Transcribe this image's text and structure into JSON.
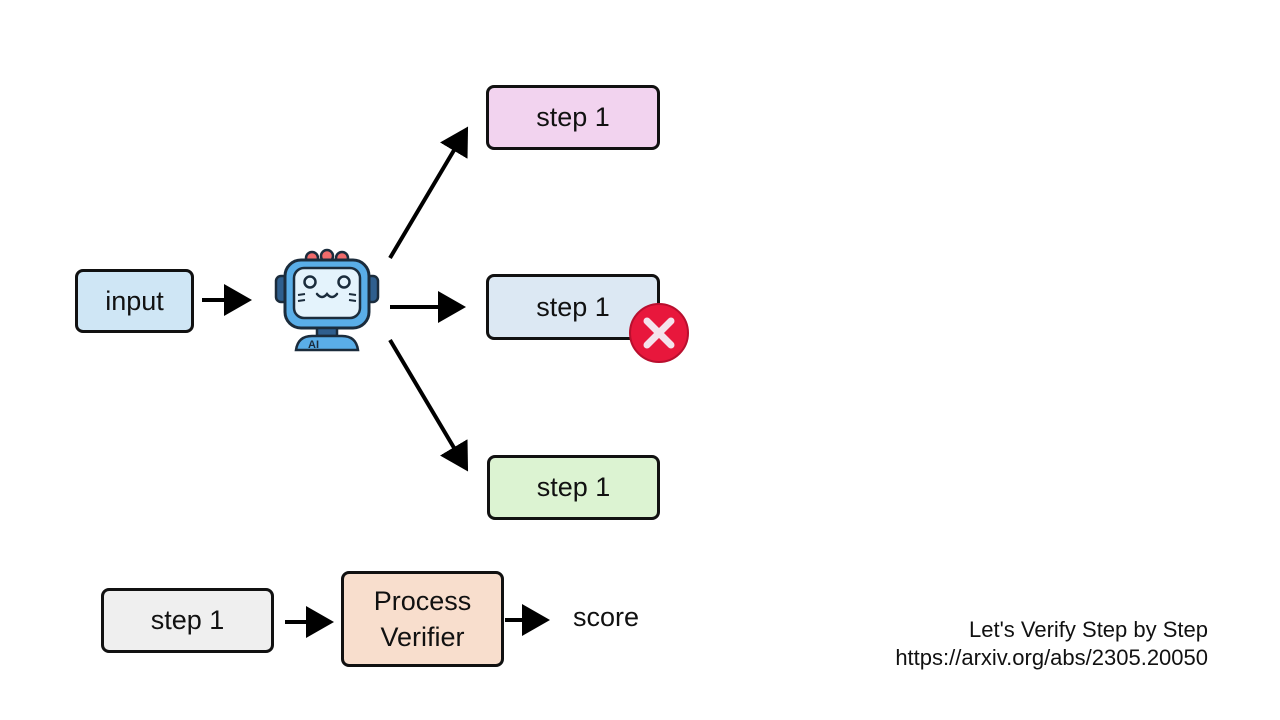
{
  "diagram": {
    "input_label": "input",
    "model_icon": "robot-ai-icon",
    "model_badge": "AI",
    "branches": [
      {
        "label": "step 1",
        "color": "#f2d3ef",
        "marked_wrong": false
      },
      {
        "label": "step 1",
        "color": "#dce8f3",
        "marked_wrong": true
      },
      {
        "label": "step 1",
        "color": "#dcf3d2",
        "marked_wrong": false
      }
    ],
    "wrong_marker_icon": "cross-circle-icon",
    "wrong_marker_color": "#e8173c",
    "verifier_row": {
      "step_label": "step 1",
      "verifier_label_line1": "Process",
      "verifier_label_line2": "Verifier",
      "output_label": "score"
    },
    "colors": {
      "input_fill": "#cfe6f5",
      "step_fill": "#efefef",
      "verifier_fill": "#f8decd",
      "stroke": "#111111"
    }
  },
  "citation": {
    "title": "Let's Verify Step by Step",
    "url": "https://arxiv.org/abs/2305.20050"
  }
}
